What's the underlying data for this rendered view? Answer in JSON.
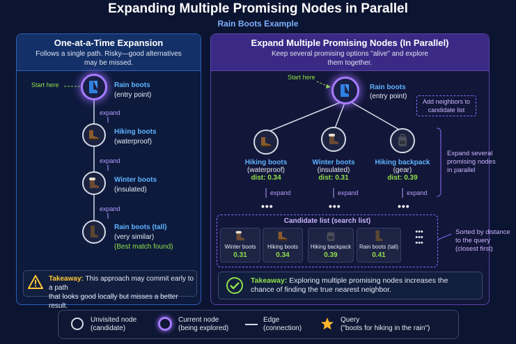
{
  "title": "Expanding Multiple Promising Nodes in Parallel",
  "subtitle": "Rain Boots Example",
  "left": {
    "title": "One-at-a-Time Expansion",
    "desc1": "Follows a single path. Risky—good alternatives",
    "desc2": "may be missed.",
    "start_label": "Start here",
    "expand_label": "expand",
    "nodes": [
      {
        "label": "Rain boots",
        "sub": "(entry point)",
        "icon": "rain-boot-icon"
      },
      {
        "label": "Hiking boots",
        "sub": "(waterproof)",
        "icon": "hiking-boot-icon"
      },
      {
        "label": "Winter boots",
        "sub": "(insulated)",
        "icon": "winter-boot-icon"
      },
      {
        "label": "Rain boots (tall)",
        "sub": "(very similar)",
        "note": "(Best match found)",
        "icon": "tall-rain-boot-icon"
      }
    ],
    "takeaway_label": "Takeaway:",
    "takeaway_1": "This approach may commit early to a path",
    "takeaway_2": "that looks good locally but misses a better result."
  },
  "right": {
    "title": "Expand Multiple Promising Nodes (In Parallel)",
    "desc1": "Keep several promising options \"alive\" and explore",
    "desc2": "them together.",
    "start_label": "Start here",
    "root": {
      "label": "Rain boots",
      "sub": "(entry point)"
    },
    "add_note_1": "Add neighbors to",
    "add_note_2": "candidate list",
    "children": [
      {
        "label": "Hiking boots",
        "sub": "(waterproof)",
        "dist": "dist: 0.34",
        "expand": "expand",
        "dots": "•••"
      },
      {
        "label": "Winter boots",
        "sub": "(insulated)",
        "dist": "dist: 0.31",
        "expand": "expand",
        "dots": "•••"
      },
      {
        "label": "Hiking backpack",
        "sub": "(gear)",
        "dist": "dist: 0.39",
        "expand": "expand",
        "dots": "•••"
      }
    ],
    "side_note_1": "Expand several",
    "side_note_2": "promising nodes",
    "side_note_3": "in parallel",
    "candidate_title": "Candidate list (search list)",
    "candidates": [
      {
        "name": "Winter boots",
        "dist": "0.31"
      },
      {
        "name": "Hiking boots",
        "dist": "0.34"
      },
      {
        "name": "Hiking backpack",
        "dist": "0.39"
      },
      {
        "name": "Rain boots (tall)",
        "dist": "0.41"
      }
    ],
    "cand_more": "•••",
    "sort_note_1": "Sorted by distance",
    "sort_note_2": "to the query",
    "sort_note_3": "(closest first)",
    "takeaway_label": "Takeaway:",
    "takeaway_1": "Exploring multiple promising nodes increases the",
    "takeaway_2": "chance of finding the true nearest neighbor."
  },
  "legend": {
    "unvisited_1": "Unvisited node",
    "unvisited_2": "(candidate)",
    "current_1": "Current node",
    "current_2": "(being explored)",
    "edge_1": "Edge",
    "edge_2": "(connection)",
    "query_1": "Query",
    "query_2": "(\"boots for hiking in the rain\")"
  },
  "colors": {
    "accent_blue": "#5fb4ff",
    "accent_purple": "#a77cff",
    "accent_green": "#8fe04a",
    "warning_yellow": "#ffc83a"
  }
}
